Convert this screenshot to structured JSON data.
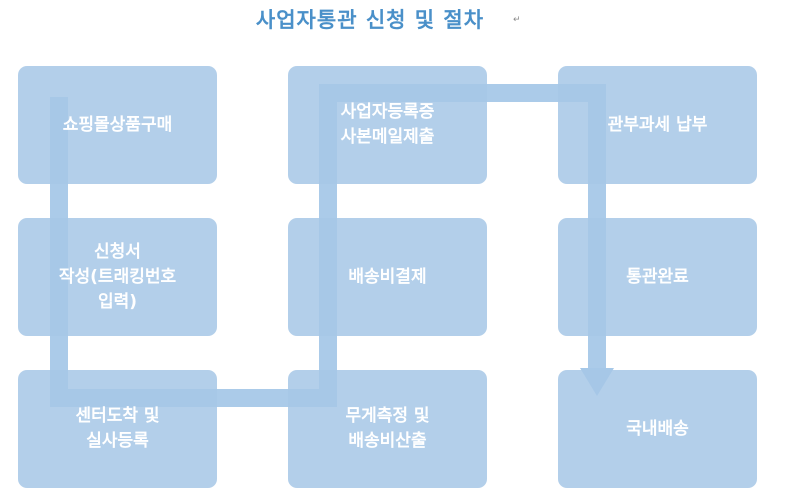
{
  "title": "사업자통관 신청 및 절차",
  "paragraph_mark": "↵",
  "steps": [
    {
      "label": "쇼핑몰상품구매"
    },
    {
      "label": "신청서\n작성(트래킹번호\n입력)"
    },
    {
      "label": "센터도착 및\n실사등록"
    },
    {
      "label": "무게측정 및\n배송비산출"
    },
    {
      "label": "배송비결제"
    },
    {
      "label": "사업자등록증\n사본메일제출"
    },
    {
      "label": "관부과세 납부"
    },
    {
      "label": "통관완료"
    },
    {
      "label": "국내배송"
    }
  ],
  "colors": {
    "title": "#4a90c9",
    "box": "#a6c7e7",
    "connector": "#a6c8e8",
    "text": "#ffffff"
  }
}
